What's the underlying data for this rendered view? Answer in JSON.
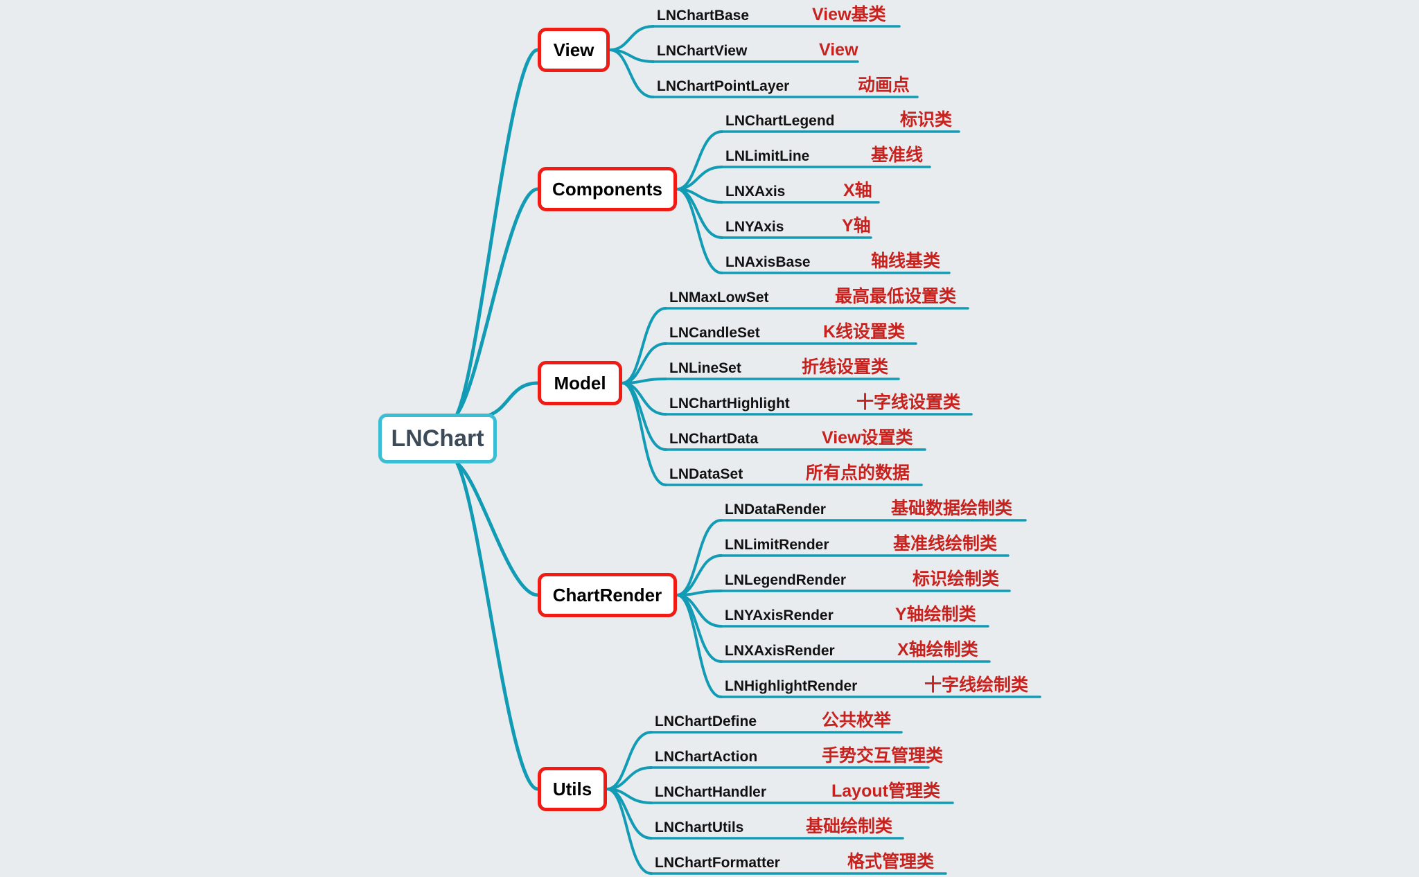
{
  "root": {
    "label": "LNChart"
  },
  "categories": [
    {
      "label": "View",
      "items": [
        {
          "name": "LNChartBase",
          "note": "View基类"
        },
        {
          "name": "LNChartView",
          "note": "View"
        },
        {
          "name": "LNChartPointLayer",
          "note": "动画点"
        }
      ]
    },
    {
      "label": "Components",
      "items": [
        {
          "name": "LNChartLegend",
          "note": "标识类"
        },
        {
          "name": "LNLimitLine",
          "note": "基准线"
        },
        {
          "name": "LNXAxis",
          "note": "X轴"
        },
        {
          "name": "LNYAxis",
          "note": "Y轴"
        },
        {
          "name": "LNAxisBase",
          "note": "轴线基类"
        }
      ]
    },
    {
      "label": "Model",
      "items": [
        {
          "name": "LNMaxLowSet",
          "note": "最高最低设置类"
        },
        {
          "name": "LNCandleSet",
          "note": "K线设置类"
        },
        {
          "name": "LNLineSet",
          "note": "折线设置类"
        },
        {
          "name": "LNChartHighlight",
          "note": "十字线设置类"
        },
        {
          "name": "LNChartData",
          "note": "View设置类"
        },
        {
          "name": "LNDataSet",
          "note": "所有点的数据"
        }
      ]
    },
    {
      "label": "ChartRender",
      "items": [
        {
          "name": "LNDataRender",
          "note": "基础数据绘制类"
        },
        {
          "name": "LNLimitRender",
          "note": "基准线绘制类"
        },
        {
          "name": "LNLegendRender",
          "note": "标识绘制类"
        },
        {
          "name": "LNYAxisRender",
          "note": "Y轴绘制类"
        },
        {
          "name": "LNXAxisRender",
          "note": "X轴绘制类"
        },
        {
          "name": "LNHighlightRender",
          "note": "十字线绘制类"
        }
      ]
    },
    {
      "label": "Utils",
      "items": [
        {
          "name": "LNChartDefine",
          "note": "公共枚举"
        },
        {
          "name": "LNChartAction",
          "note": "手势交互管理类"
        },
        {
          "name": "LNChartHandler",
          "note": "Layout管理类"
        },
        {
          "name": "LNChartUtils",
          "note": "基础绘制类"
        },
        {
          "name": "LNChartFormatter",
          "note": "格式管理类"
        }
      ]
    }
  ],
  "colors": {
    "branch": "#129bb4",
    "category_border": "#ee1c14",
    "root_border": "#3bbdd4",
    "note_text": "#c8221f",
    "background": "#e9ecef"
  }
}
